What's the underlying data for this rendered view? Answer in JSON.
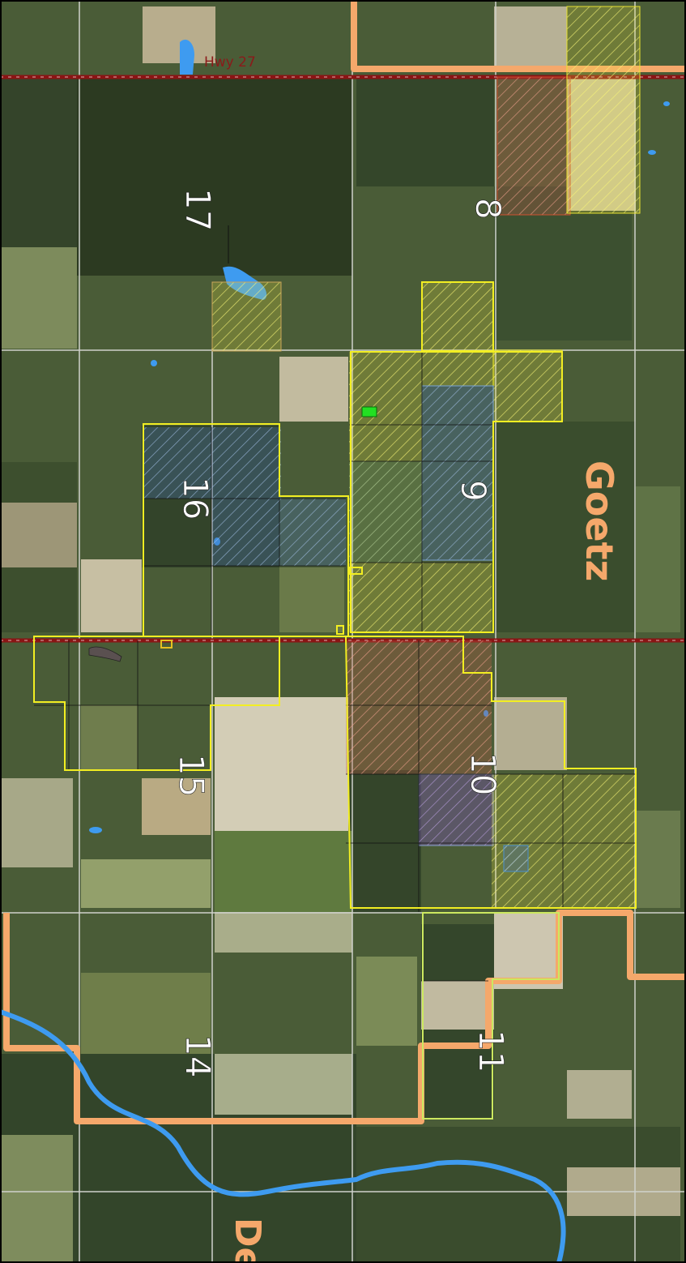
{
  "labels": {
    "road_hwy27": "Hwy 27",
    "road_goetz": "Goetz",
    "river_partial": "De",
    "sections": {
      "s8": "8",
      "s9": "9",
      "s10": "10",
      "s11": "11",
      "s14": "14",
      "s15": "15",
      "s16": "16",
      "s17": "17"
    }
  },
  "colors": {
    "forest": "#2f3f23",
    "field_green": "#5e7440",
    "field_tan": "#b9ad8c",
    "field_light": "#cdc7ae",
    "boundary_orange": "#f5a86b",
    "parcel_yellow": "#f2ee22",
    "highway_red": "#8a1414",
    "water_blue": "#3e9bf0",
    "road_label_red": "#8b1a1a"
  }
}
